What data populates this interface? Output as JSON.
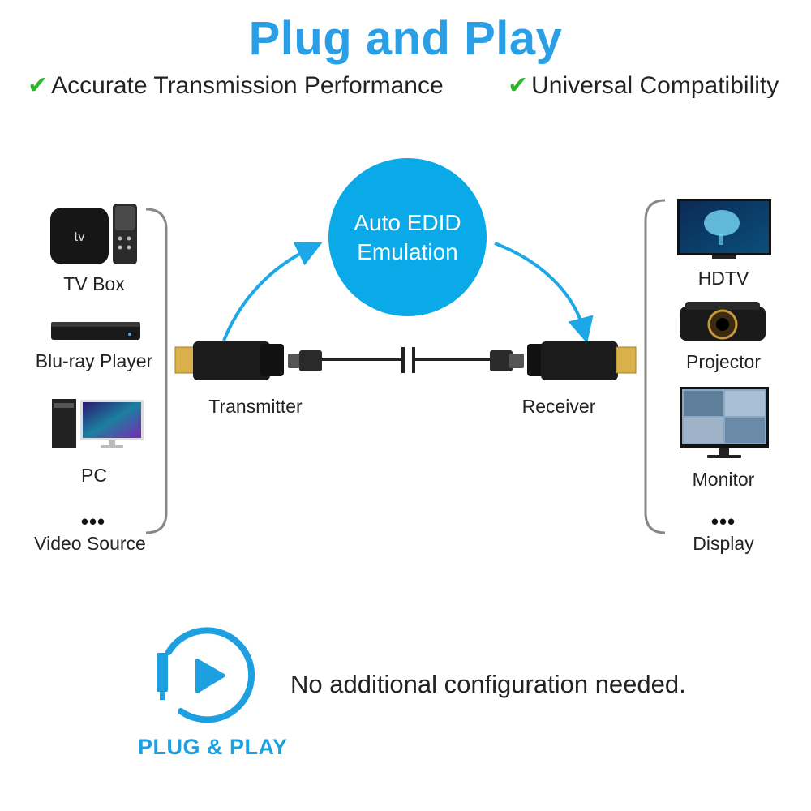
{
  "title": "Plug and Play",
  "features": [
    "Accurate Transmission Performance",
    "Universal Compatibility"
  ],
  "check_glyph": "✔",
  "bubble": {
    "line1": "Auto EDID",
    "line2": "Emulation"
  },
  "transmitter_label": "Transmitter",
  "receiver_label": "Receiver",
  "sources": {
    "items": [
      "TV Box",
      "Blu-ray Player",
      "PC"
    ],
    "more": "•••",
    "group_label": "Video Source"
  },
  "displays": {
    "items": [
      "HDTV",
      "Projector",
      "Monitor"
    ],
    "more": "•••",
    "group_label": "Display"
  },
  "tvbox_logo_text": "tv",
  "plug_play_label": "PLUG & PLAY",
  "config_text": "No additional configuration needed.",
  "colors": {
    "title": "#2b9fe6",
    "check": "#2fb52a",
    "bubble": "#0aaae8",
    "arrow": "#1ca8e6"
  },
  "icons": [
    "tv-box-icon",
    "blu-ray-player-icon",
    "pc-icon",
    "hdtv-icon",
    "projector-icon",
    "monitor-icon",
    "hdmi-transmitter-icon",
    "hdmi-receiver-icon",
    "play-icon"
  ]
}
